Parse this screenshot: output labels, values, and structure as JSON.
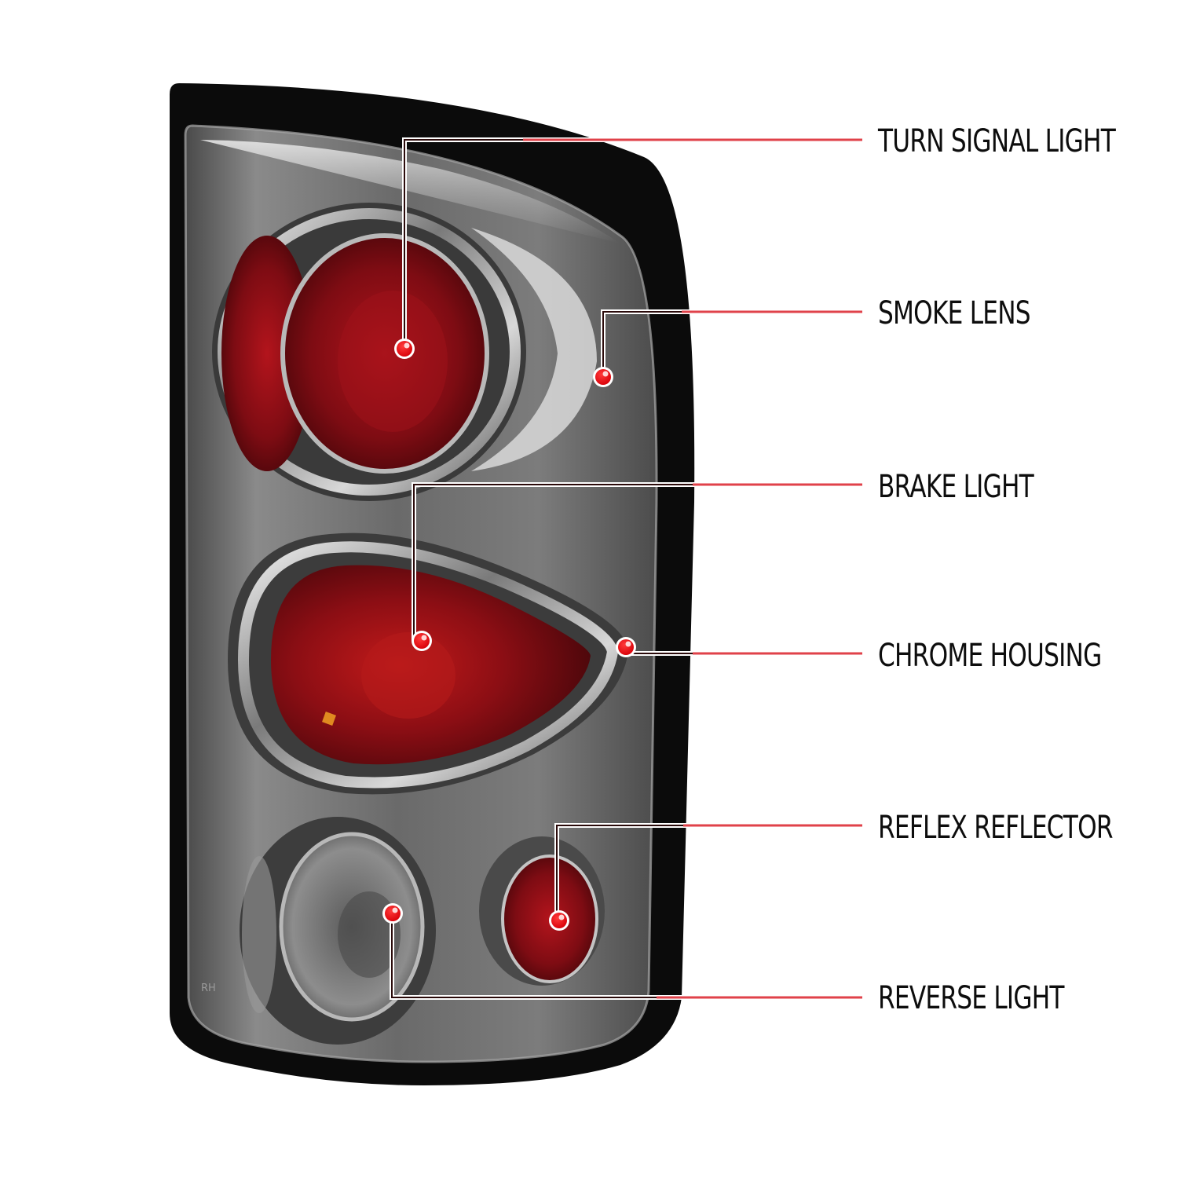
{
  "figure": {
    "subject": "smoke lens chrome housing tail light",
    "colors": {
      "background": "#ffffff",
      "leader_line": "#e0424a",
      "marker": "#e8000b",
      "bezel": "#0b0b0b",
      "housing": "#6d6d6d",
      "red_lens": "#8a0f16",
      "label_text": "#0d0d0d"
    }
  },
  "callouts": [
    {
      "label": "TURN SIGNAL LIGHT",
      "marker_icon": "red-dot-marker"
    },
    {
      "label": "SMOKE LENS",
      "marker_icon": "red-dot-marker"
    },
    {
      "label": "BRAKE LIGHT",
      "marker_icon": "red-dot-marker"
    },
    {
      "label": "CHROME HOUSING",
      "marker_icon": "red-dot-marker"
    },
    {
      "label": "REFLEX REFLECTOR",
      "marker_icon": "red-dot-marker"
    },
    {
      "label": "REVERSE LIGHT",
      "marker_icon": "red-dot-marker"
    }
  ],
  "housing_markings": {
    "side_code": "RH"
  }
}
